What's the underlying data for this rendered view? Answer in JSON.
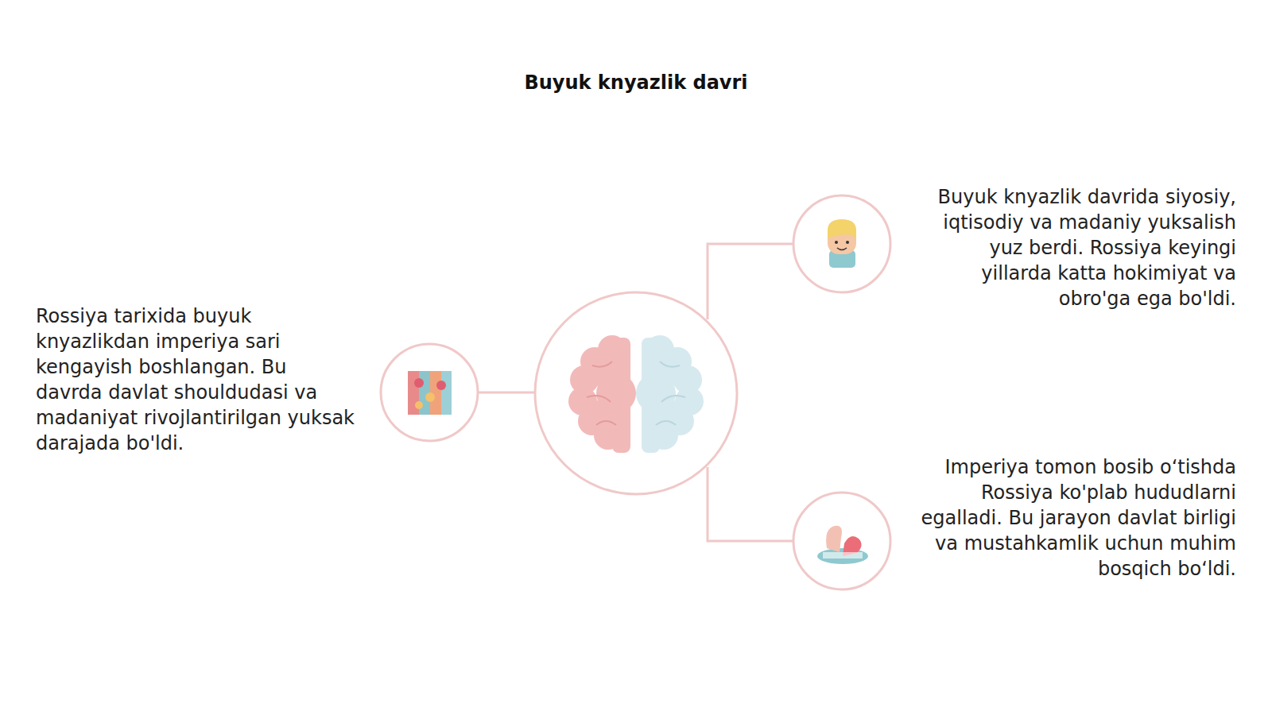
{
  "diagram": {
    "title": "Buyuk knyazlik davri",
    "labels": [
      "Rossiya tarixida buyuk knyazlikdan imperiya sari kengayish boshlangan. Bu davrda davlat shouldudasi va madaniyat rivojlantirilgan yuksak darajada bo'ldi.",
      "Buyuk knyazlik davrida siyosiy, iqtisodiy va madaniy yuksalish yuz berdi. Rossiya keyingi yillarda katta hokimiyat va obro'ga ega bo'ldi.",
      "Imperiya tomon bosib o‘tishda Rossiya ko'plab hududlarni egalladi. Bu jarayon davlat birligi va mustahkamlik uchun muhim bosqich bo‘ldi."
    ]
  }
}
